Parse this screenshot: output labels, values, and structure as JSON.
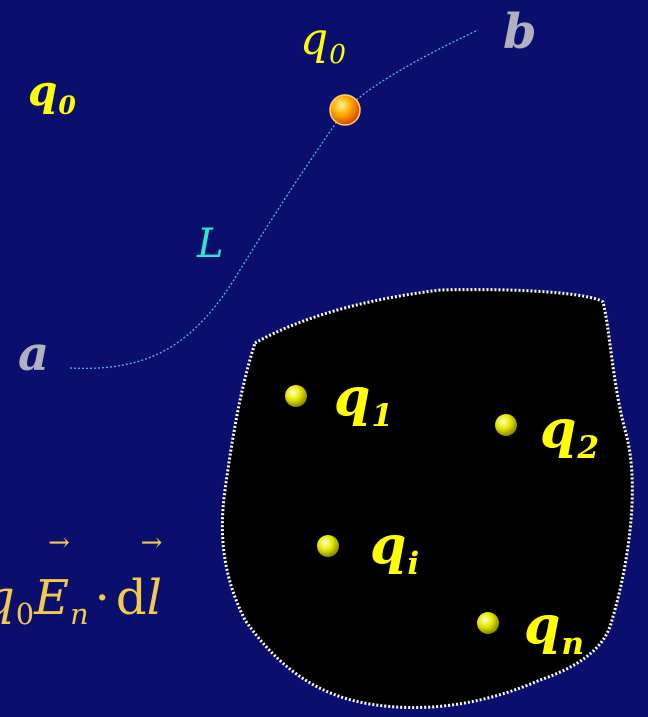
{
  "colors": {
    "background": "#0a0f6e",
    "path": "#5fb5d8",
    "region_fill": "#000000",
    "region_border": "#ffffff",
    "charge_label": "#ffff00",
    "endpoint_label": "#b0b0c0",
    "path_label": "#2ee8c8",
    "formula": "#f2c94c",
    "test_charge": "#ff8a00",
    "source_charge": "#e8e800"
  },
  "labels": {
    "q0_left": "q",
    "q0_left_sub": "0",
    "q0_top": "q",
    "q0_top_sub": "0",
    "point_a": "a",
    "point_b": "b",
    "path_L": "L",
    "q1": "q",
    "q1_sub": "1",
    "q2": "q",
    "q2_sub": "2",
    "qi": "q",
    "qi_sub": "i",
    "qn": "q",
    "qn_sub": "n"
  },
  "formula": {
    "lead": "q",
    "lead_sub": "0",
    "E": "E",
    "E_sub": "n",
    "dot": "·",
    "d": "d",
    "l": "l",
    "arrow": "→"
  },
  "icons": {
    "test_charge": "orange-sphere-icon",
    "source_charge": "yellow-sphere-icon"
  }
}
